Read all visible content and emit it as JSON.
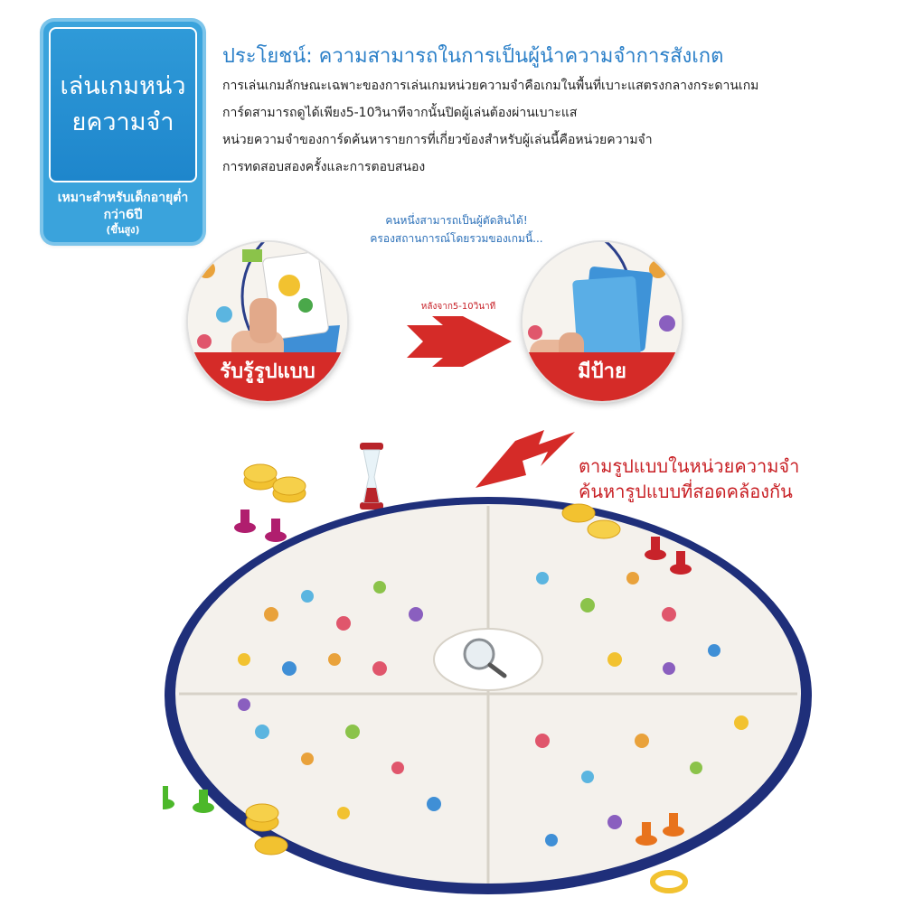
{
  "badge": {
    "title": "เล่นเกมหน่วยความจำ",
    "subtitle": "เหมาะสำหรับเด็กอายุต่ำกว่า6ปี",
    "note": "(ขึ้นสูง)"
  },
  "headline": "ประโยชน์: ความสามารถในการเป็นผู้นำความจำการสังเกต",
  "description": [
    "การเล่นเกมลักษณะเฉพาะของการเล่นเกมหน่วยความจำคือเกมในพื้นที่เบาะแสตรงกลางกระดานเกม",
    "การ์ดสามารถดูได้เพียง5-10วินาทีจากนั้นปิดผู้เล่นต้องผ่านเบาะแส",
    "หน่วยความจำของการ์ดค้นหารายการที่เกี่ยวข้องสำหรับผู้เล่นนี้คือหน่วยความจำ",
    "การทดสอบสองครั้งและการตอบสนอง"
  ],
  "judge_note": {
    "line1": "คนหนึ่งสามารถเป็นผู้ตัดสินได้!",
    "line2": "ครองสถานการณ์โดยรวมของเกมนี้..."
  },
  "arrow_label": "หลังจาก5-10วินาที",
  "step1_label": "รับรู้รูปแบบ",
  "step2_label": "มีป้าย",
  "callout": {
    "line1": "ตามรูปแบบในหน่วยความจำ",
    "line2": "ค้นหารูปแบบที่สอดคล้องกัน"
  },
  "colors": {
    "badge_blue": "#2f9ad8",
    "headline_blue": "#2a7fc8",
    "accent_red": "#d52b28",
    "board_navy": "#1f2f7a"
  }
}
